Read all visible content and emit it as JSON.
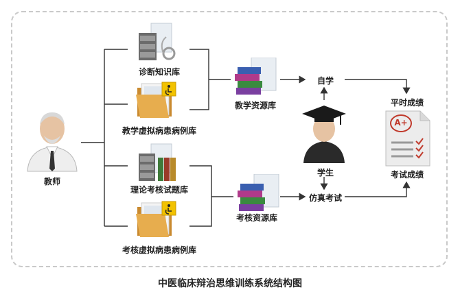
{
  "nodes": {
    "teacher": "教师",
    "diagnosis_kb": "诊断知识库",
    "teaching_virtual_cases": "教学虚拟病患病例库",
    "theory_exam_bank": "理论考核试题库",
    "exam_virtual_cases": "考核虚拟病患病例库",
    "teaching_resources": "教学资源库",
    "exam_resources": "考核资源库",
    "self_study": "自学",
    "student": "学生",
    "mock_exam": "仿真考试",
    "usual_score": "平时成绩",
    "exam_score": "考试成绩"
  },
  "grade_mark": "A+",
  "caption": "中医临床辩治思维训练系统结构图"
}
